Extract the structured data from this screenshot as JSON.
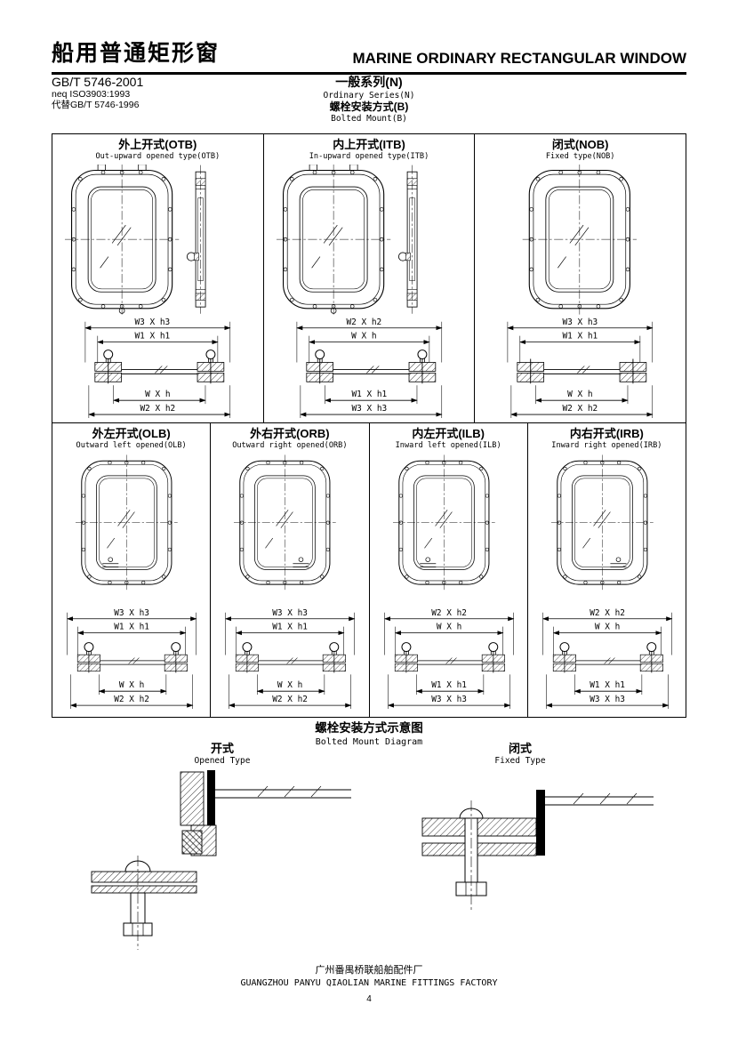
{
  "colors": {
    "ink": "#000000",
    "paper": "#ffffff"
  },
  "header": {
    "title_cn": "船用普通矩形窗",
    "title_en": "MARINE ORDINARY RECTANGULAR WINDOW",
    "standard_no": "GB/T 5746-2001",
    "equivalence": "neq ISO3903:1993",
    "replaces": "代替GB/T 5746-1996",
    "series_cn": "一般系列(N)",
    "series_en": "Ordinary Series(N)",
    "mount_cn": "螺栓安装方式(B)",
    "mount_en": "Bolted Mount(B)"
  },
  "cells": [
    {
      "id": "OTB",
      "title": "外上开式(OTB)",
      "subtitle": "Out-upward opened type(OTB)",
      "dims_top": [
        "W3 X h3",
        "W1 X h1"
      ],
      "dims_bottom": [
        "W X h",
        "W2 X h2"
      ]
    },
    {
      "id": "ITB",
      "title": "内上开式(ITB)",
      "subtitle": "In-upward opened type(ITB)",
      "dims_top": [
        "W2 X h2",
        "W X h"
      ],
      "dims_bottom": [
        "W1 X h1",
        "W3 X h3"
      ]
    },
    {
      "id": "NOB",
      "title": "闭式(NOB)",
      "subtitle": "Fixed type(NOB)",
      "dims_top": [
        "W3 X h3",
        "W1 X h1"
      ],
      "dims_bottom": [
        "W X h",
        "W2 X h2"
      ]
    },
    {
      "id": "OLB",
      "title": "外左开式(OLB)",
      "subtitle": "Outward left opened(OLB)",
      "dims_top": [
        "W3 X h3",
        "W1 X h1"
      ],
      "dims_bottom": [
        "W X h",
        "W2 X h2"
      ]
    },
    {
      "id": "ORB",
      "title": "外右开式(ORB)",
      "subtitle": "Outward right opened(ORB)",
      "dims_top": [
        "W3 X h3",
        "W1 X h1"
      ],
      "dims_bottom": [
        "W X h",
        "W2 X h2"
      ]
    },
    {
      "id": "ILB",
      "title": "内左开式(ILB)",
      "subtitle": "Inward left opened(ILB)",
      "dims_top": [
        "W2 X h2",
        "W X h"
      ],
      "dims_bottom": [
        "W1 X h1",
        "W3 X h3"
      ]
    },
    {
      "id": "IRB",
      "title": "内右开式(IRB)",
      "subtitle": "Inward right opened(IRB)",
      "dims_top": [
        "W2 X h2",
        "W X h"
      ],
      "dims_bottom": [
        "W1 X h1",
        "W3 X h3"
      ]
    }
  ],
  "mount_diagram": {
    "title_cn": "螺栓安装方式示意图",
    "title_en": "Bolted Mount Diagram",
    "opened_label_cn": "开式",
    "opened_label_en": "Opened Type",
    "fixed_label_cn": "闭式",
    "fixed_label_en": "Fixed Type"
  },
  "footer": {
    "factory_cn": "广州番禺桥联船舶配件厂",
    "factory_en": "GUANGZHOU PANYU QIAOLIAN MARINE FITTINGS FACTORY",
    "page_number": "4"
  }
}
